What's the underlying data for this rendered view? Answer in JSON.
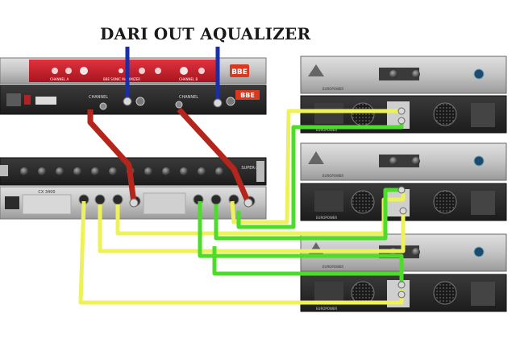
{
  "caption": "DARI OUT AQUALIZER",
  "devices": {
    "bbe_front": {
      "brand": "BBE",
      "channel_labels": [
        "CHANNEL A",
        "BBE SONIC MAXIMIZER",
        "CHANNEL B"
      ]
    },
    "bbe_rear": {
      "brand": "BBE",
      "channel_labels": [
        "CHANNEL",
        "CHANNEL"
      ]
    },
    "crossover_front": {
      "label": "SUPER-X"
    },
    "crossover_rear": {
      "label": "CX 3400"
    },
    "amplifiers": [
      {
        "id": "amp-1",
        "front_label": "EUROPOWER",
        "rear_label": "EUROPOWER"
      },
      {
        "id": "amp-2",
        "front_label": "EUROPOWER",
        "rear_label": "EUROPOWER"
      },
      {
        "id": "amp-3",
        "front_label": "EUROPOWER",
        "rear_label": "EUROPOWER"
      }
    ]
  },
  "cable_colors": {
    "input_from_eq": "#1a2ea8",
    "bbe_to_crossover": "#b5251c",
    "high_band": "#eef25a",
    "low_band": "#4ddc2a"
  },
  "rack_colors": {
    "panel_dark": "#2b2b2b",
    "panel_mid": "#4a4a4a",
    "panel_light": "#c9c9c9",
    "bbe_red": "#c91f2c"
  }
}
